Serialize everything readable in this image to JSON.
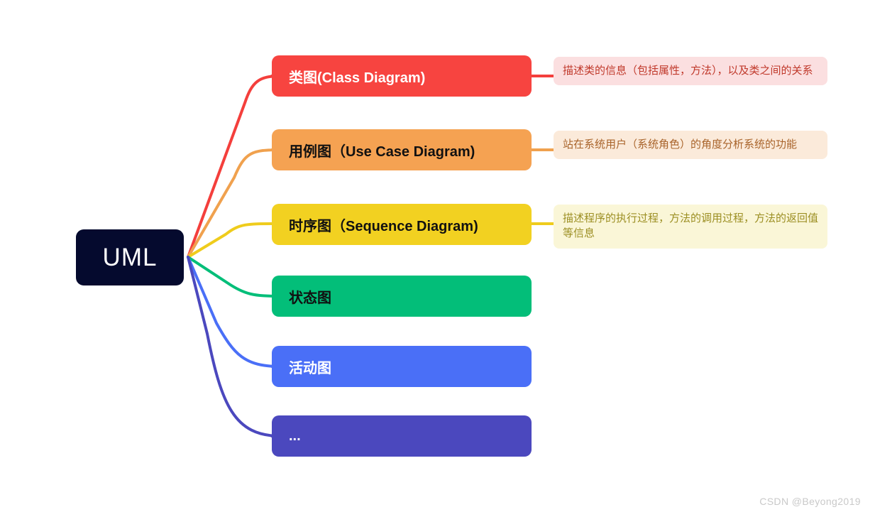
{
  "diagram": {
    "type": "mind-map",
    "root": {
      "label": "UML",
      "fill": "#050A2E",
      "text_color": "#FFFFFF"
    },
    "branches": [
      {
        "label": "类图(Class Diagram)",
        "fill": "#F74440",
        "text_color": "#FFFFFF",
        "connector_color": "#F43F3C",
        "note": {
          "text": "描述类的信息（包括属性，方法），以及类之间的关系",
          "fill": "#FBDFE0",
          "text_color": "#C0392B"
        }
      },
      {
        "label": "用例图（Use Case Diagram)",
        "fill": "#F5A252",
        "text_color": "#111111",
        "connector_color": "#F2A css",
        "note": {
          "text": "站在系统用户（系统角色）的角度分析系统的功能",
          "fill": "#FBEADA",
          "text_color": "#A9642B"
        }
      },
      {
        "label": "时序图（Sequence Diagram)",
        "fill": "#F2D121",
        "text_color": "#111111",
        "connector_color": "#EFCC1C",
        "note": {
          "text": "描述程序的执行过程，方法的调用过程，方法的返回值等信息",
          "fill": "#FAF6D7",
          "text_color": "#9C8F23"
        }
      },
      {
        "label": "状态图",
        "fill": "#03BE79",
        "text_color": "#111111",
        "connector_color": "#03B druk",
        "note": null
      },
      {
        "label": "活动图",
        "fill": "#4A6FF7",
        "text_color": "#FFFFFF",
        "connector_color": "#4A6FF7",
        "note": null
      },
      {
        "label": "...",
        "fill": "#4B48BE",
        "text_color": "#FFFFFF",
        "connector_color": "#4B48BE",
        "note": null
      }
    ]
  },
  "watermark": {
    "text": "CSDN @Beyong2019"
  }
}
